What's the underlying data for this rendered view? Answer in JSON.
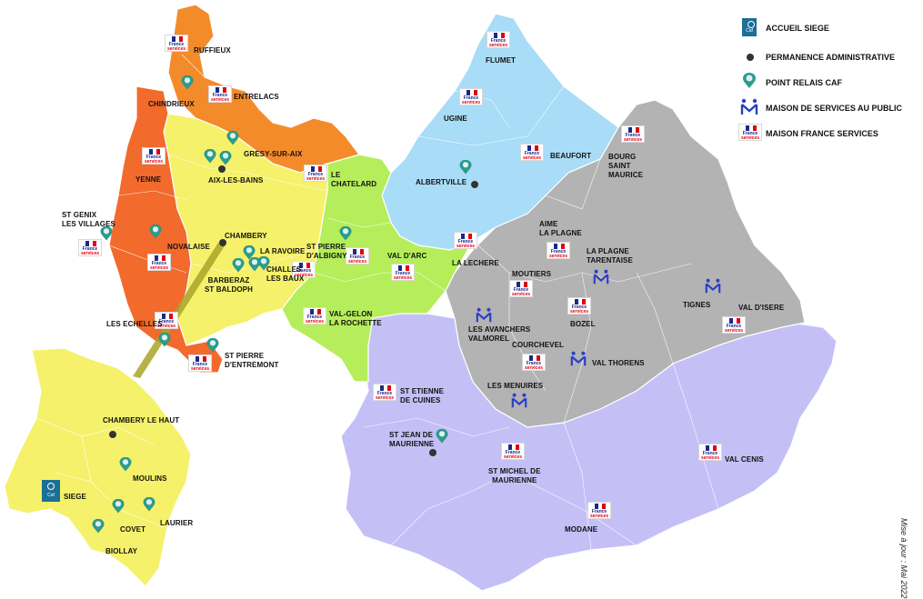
{
  "legend": {
    "accueil_siege": "ACCUEIL SIEGE",
    "permanence": "PERMANENCE ADMINISTRATIVE",
    "point_relais": "POINT RELAIS CAF",
    "msap": "MAISON DE SERVICES AU PUBLIC",
    "mfs": "MAISON FRANCE SERVICES"
  },
  "date_note": "Mise à jour : Mai 2022",
  "france_services_badge": {
    "line1": "France",
    "line2": "services"
  },
  "siege_badge": "Caf",
  "region_colors": {
    "avant_pays": "#f26a2c",
    "chautagne": "#f48b2a",
    "aix_chambery": "#f5f16a",
    "coeur_savoie": "#b5ee5a",
    "albertville": "#a8dcf7",
    "tarentaise": "#b3b3b3",
    "maurienne": "#c4c0f6",
    "inset": "#f5f16a"
  },
  "places": {
    "ruffieux": "RUFFIEUX",
    "chindrieux": "CHINDRIEUX",
    "entrelacs": "ENTRELACS",
    "gresy": "GRESY-SUR-AIX",
    "yenne": "YENNE",
    "aix": "AIX-LES-BAINS",
    "le_chatelard": "LE\nCHATELARD",
    "st_genix": "ST GENIX\nLES VILLAGES",
    "novalaise": "NOVALAISE",
    "chambery": "CHAMBERY",
    "la_ravoire": "LA RAVOIRE",
    "challes": "CHALLES\nLES BAUX",
    "barberaz": "BARBERAZ\nST BALDOPH",
    "les_echelles": "LES ECHELLES",
    "st_pierre_entremont": "ST PIERRE\nD'ENTREMONT",
    "st_pierre_albigny": "ST PIERRE\nD'ALBIGNY",
    "val_darc": "VAL D'ARC",
    "val_gelon": "VAL-GELON\nLA ROCHETTE",
    "flumet": "FLUMET",
    "ugine": "UGINE",
    "beaufort": "BEAUFORT",
    "albertville": "ALBERTVILLE",
    "bourg_st_maurice": "BOURG\nSAINT\nMAURICE",
    "aime": "AIME\nLA PLAGNE",
    "la_plagne_tarentaise": "LA PLAGNE\nTARENTAISE",
    "la_lechere": "LA LECHERE",
    "moutiers": "MOUTIERS",
    "tignes": "TIGNES",
    "val_disere": "VAL D'ISERE",
    "bozel": "BOZEL",
    "avanchers": "LES AVANCHERS\nVALMOREL",
    "courchevel": "COURCHEVEL",
    "val_thorens": "VAL THORENS",
    "menuires": "LES MENUIRES",
    "st_etienne": "ST ETIENNE\nDE CUINES",
    "st_jean": "ST JEAN DE\nMAURIENNE",
    "st_michel": "ST MICHEL DE\nMAURIENNE",
    "modane": "MODANE",
    "val_cenis": "VAL CENIS",
    "chambery_le_haut": "CHAMBERY LE HAUT",
    "moulins": "MOULINS",
    "siege": "SIEGE",
    "covet": "COVET",
    "laurier": "LAURIER",
    "biollay": "BIOLLAY"
  }
}
